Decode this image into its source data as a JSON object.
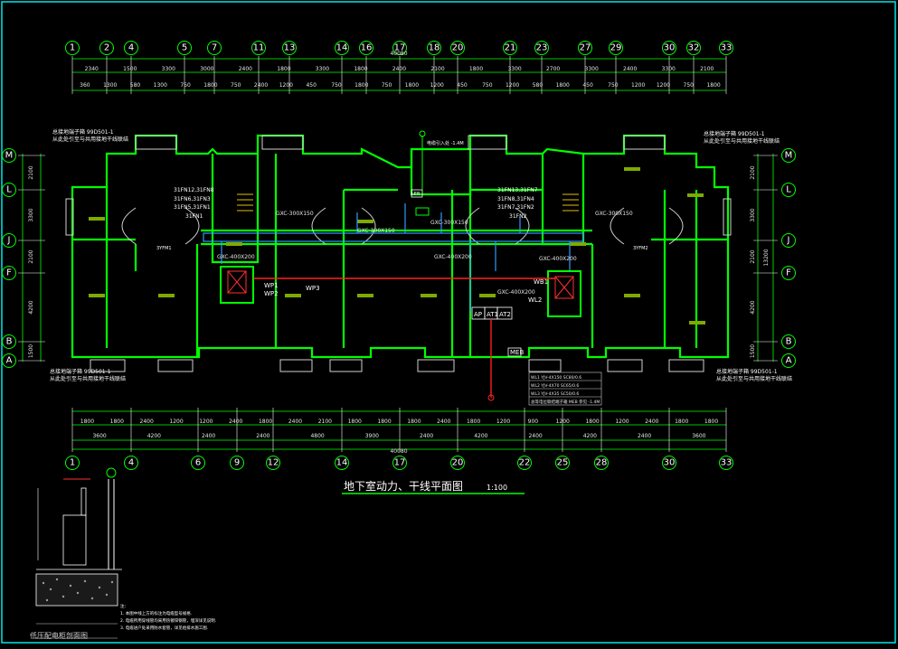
{
  "drawing": {
    "title": "地下室动力、干线平面图",
    "scale": "1:100",
    "section_title": "低压配电柜剖面图",
    "total_dim_top": "40080",
    "total_dim_bottom": "40080"
  },
  "grid_top": [
    "1",
    "2",
    "4",
    "5",
    "7",
    "11",
    "13",
    "14",
    "16",
    "17",
    "18",
    "20",
    "21",
    "23",
    "27",
    "29",
    "30",
    "32",
    "33"
  ],
  "grid_bottom": [
    "1",
    "4",
    "6",
    "9",
    "12",
    "14",
    "17",
    "20",
    "22",
    "25",
    "28",
    "30",
    "33"
  ],
  "grid_left": [
    "M",
    "L",
    "J",
    "F",
    "B",
    "A"
  ],
  "grid_right": [
    "M",
    "L",
    "J",
    "F",
    "B",
    "A"
  ],
  "dims_top_row1": [
    "2340",
    "1500",
    "3300",
    "3000",
    "2400",
    "1800",
    "3300",
    "1800",
    "2400",
    "2100",
    "1800",
    "3300",
    "2700",
    "3300",
    "2400",
    "3300",
    "2100"
  ],
  "dims_top_row2": [
    "360",
    "1300",
    "580",
    "1300",
    "750",
    "1800",
    "750",
    "2400",
    "1200",
    "450",
    "750",
    "1800",
    "750",
    "1800",
    "1200",
    "450",
    "750",
    "1200",
    "580",
    "1800",
    "450",
    "750",
    "1200",
    "1200",
    "750",
    "1800"
  ],
  "dims_bottom_row1": [
    "1800",
    "1800",
    "2400",
    "1200",
    "1200",
    "2400",
    "1800",
    "2400",
    "2100",
    "1800",
    "1800",
    "1800",
    "2400",
    "1800",
    "1200",
    "900",
    "1200",
    "1800",
    "1200",
    "2400",
    "1800",
    "1800"
  ],
  "dims_bottom_row2": [
    "3600",
    "4200",
    "2400",
    "2400",
    "4800",
    "3900",
    "2400",
    "4200",
    "2400",
    "4200",
    "2400",
    "3600"
  ],
  "dims_left": [
    "2100",
    "3300",
    "2100",
    "4200",
    "1500"
  ],
  "dims_right": [
    "2100",
    "3300",
    "2100",
    "4200",
    "1500"
  ],
  "right_sum_dim": "13200",
  "duct_labels": [
    "GXC-300X150",
    "GXC-300X150",
    "GXC-300X150",
    "GXC-300X150",
    "GXC-400X200",
    "GXC-400X200",
    "GXC-400X200",
    "GXC-400X200"
  ],
  "device_labels": [
    "WP1",
    "WP2",
    "WP3",
    "WB1",
    "WL2",
    "AP",
    "AT1",
    "AT2",
    "MEB",
    "LEB",
    "3YFM1",
    "3YFM2"
  ],
  "room_labels": [
    "31FN12,31FN8",
    "31FN6,31FN3",
    "31FN5,31FN1",
    "31FN1",
    "31FN13,31FN7",
    "31FN8,31FN4",
    "31FN7,31FN2",
    "31FN2"
  ],
  "notes_top_left": [
    "总接地端子箱 99D501-1",
    "从此处引至与共用接地干线联结"
  ],
  "notes_top_right": [
    "总接地端子箱 99D501-1",
    "从此处引至与共用接地干线联结"
  ],
  "notes_bottom_left": [
    "总接地端子箱 99D501-1",
    "从此处引至与共用接地干线联结"
  ],
  "notes_bottom_right": [
    "总接地端子箱 99D501-1",
    "从此处引至与共用接地干线联结"
  ],
  "riser_note": "电缆引入处 -1.4M",
  "legend_rows": [
    "WL1 YJV-4X150 SC80/0.6",
    "WL2 YJV-4X70 SC65/0.6",
    "WL3 YJV-4X35 SC50/0.6",
    "总等电位联结端子箱 MEB 参见 -1.4M"
  ],
  "notes_section": [
    "注：",
    "1. 本图中线上方的标注为电缆型号规格.",
    "2. 电缆所用穿线管均采用热镀锌钢管，埋深详见说明.",
    "3. 电缆进户处采用防水套管，详见给排水施工图."
  ],
  "colors": {
    "background": "#000000",
    "frame": "#00e6e6",
    "walls": "#00ff00",
    "dimension": "#ffffff",
    "duct": "#3399ff",
    "power_line": "#ff2020",
    "window": "#cfcfcf",
    "label_green": "#7faa00"
  }
}
